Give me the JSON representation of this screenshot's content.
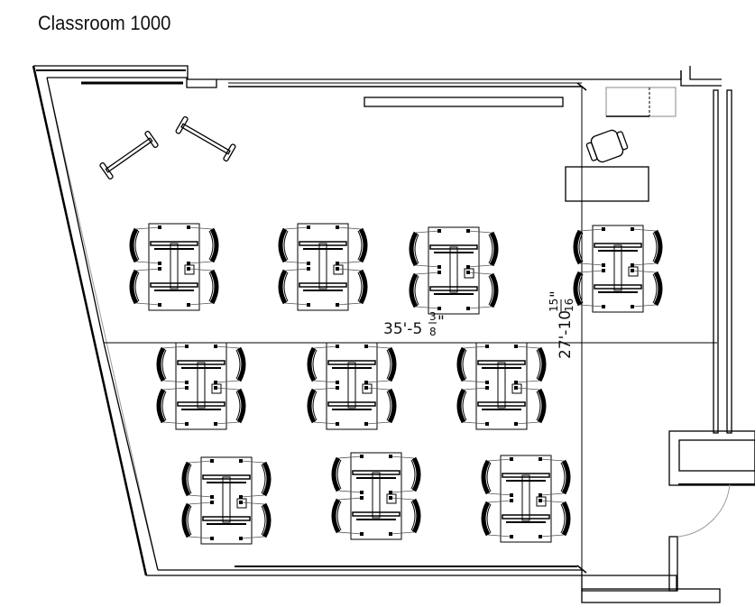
{
  "title": "Classroom 1000",
  "dimensions": {
    "width": {
      "whole": "35'-5",
      "num": "3",
      "den": "8",
      "inch": "\""
    },
    "depth": {
      "whole": "27'-10",
      "num": "15",
      "den": "16",
      "inch": "\""
    }
  },
  "furniture": {
    "student_pods": 10,
    "teacher_desk": 1,
    "teacher_chair": 1,
    "credenza": 1,
    "mobile_whiteboards": 2
  }
}
